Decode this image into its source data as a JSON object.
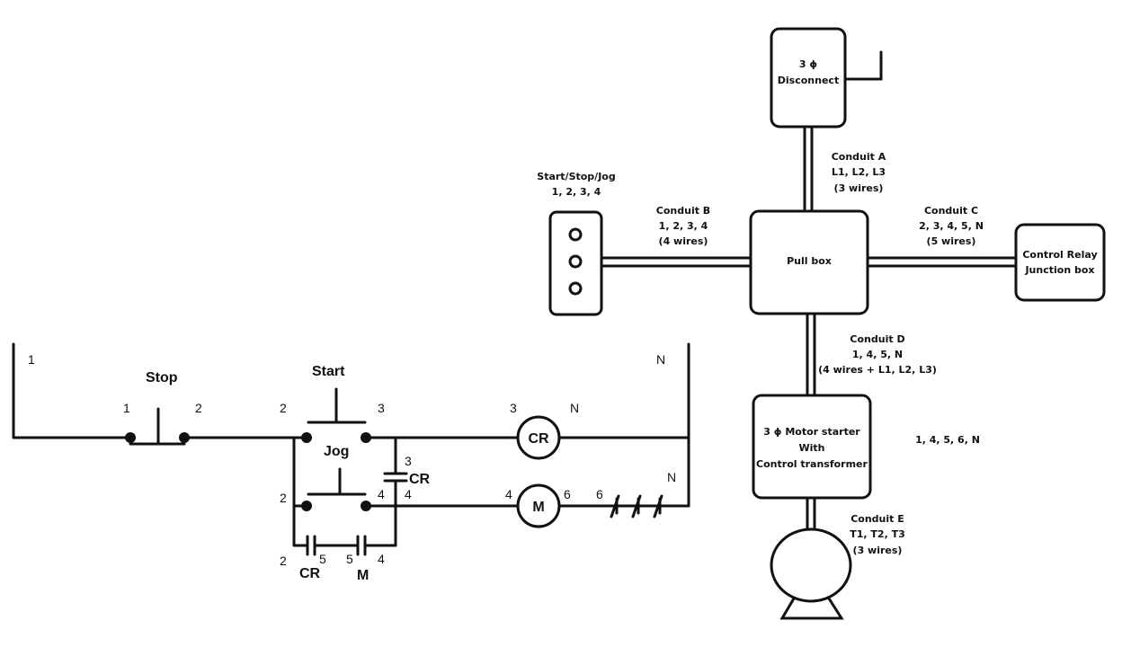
{
  "ladder": {
    "rail_left_label": "1",
    "rail_right_label": "N",
    "stop": {
      "title": "Stop",
      "left": "1",
      "right": "2"
    },
    "start": {
      "title": "Start",
      "left": "2",
      "right": "3"
    },
    "jog": {
      "title": "Jog",
      "left": "2",
      "right": "4",
      "right2": "4"
    },
    "cr_contact": {
      "top": "3",
      "label": "CR"
    },
    "cr_coil": {
      "label": "CR",
      "left": "3",
      "right": "N"
    },
    "m_coil": {
      "label": "M",
      "left": "4",
      "right": "6"
    },
    "overloads": {
      "left": "6",
      "right": "N"
    },
    "holding": {
      "left": "2",
      "mid1": "5",
      "mid2": "5",
      "right": "4",
      "cr_label": "CR",
      "m_label": "M"
    }
  },
  "layout": {
    "disconnect": "3 ϕ Disconnect",
    "conduit_a": [
      "Conduit A",
      "L1, L2, L3",
      "(3 wires)"
    ],
    "station": [
      "Start/Stop/Jog",
      "1, 2, 3, 4"
    ],
    "conduit_b": [
      "Conduit B",
      "1, 2, 3, 4",
      "(4 wires)"
    ],
    "pull_box": "Pull box",
    "conduit_c": [
      "Conduit C",
      "2, 3, 4, 5, N",
      "(5 wires)"
    ],
    "control_relay": [
      "Control Relay",
      "Junction box"
    ],
    "conduit_d": [
      "Conduit D",
      "1, 4, 5, N",
      "(4 wires + L1, L2, L3)"
    ],
    "motor_starter": [
      "3 ϕ Motor starter",
      "With",
      "Control transformer"
    ],
    "starter_wires": "1, 4, 5, 6, N",
    "conduit_e": [
      "Conduit E",
      "T1, T2, T3",
      "(3 wires)"
    ]
  }
}
